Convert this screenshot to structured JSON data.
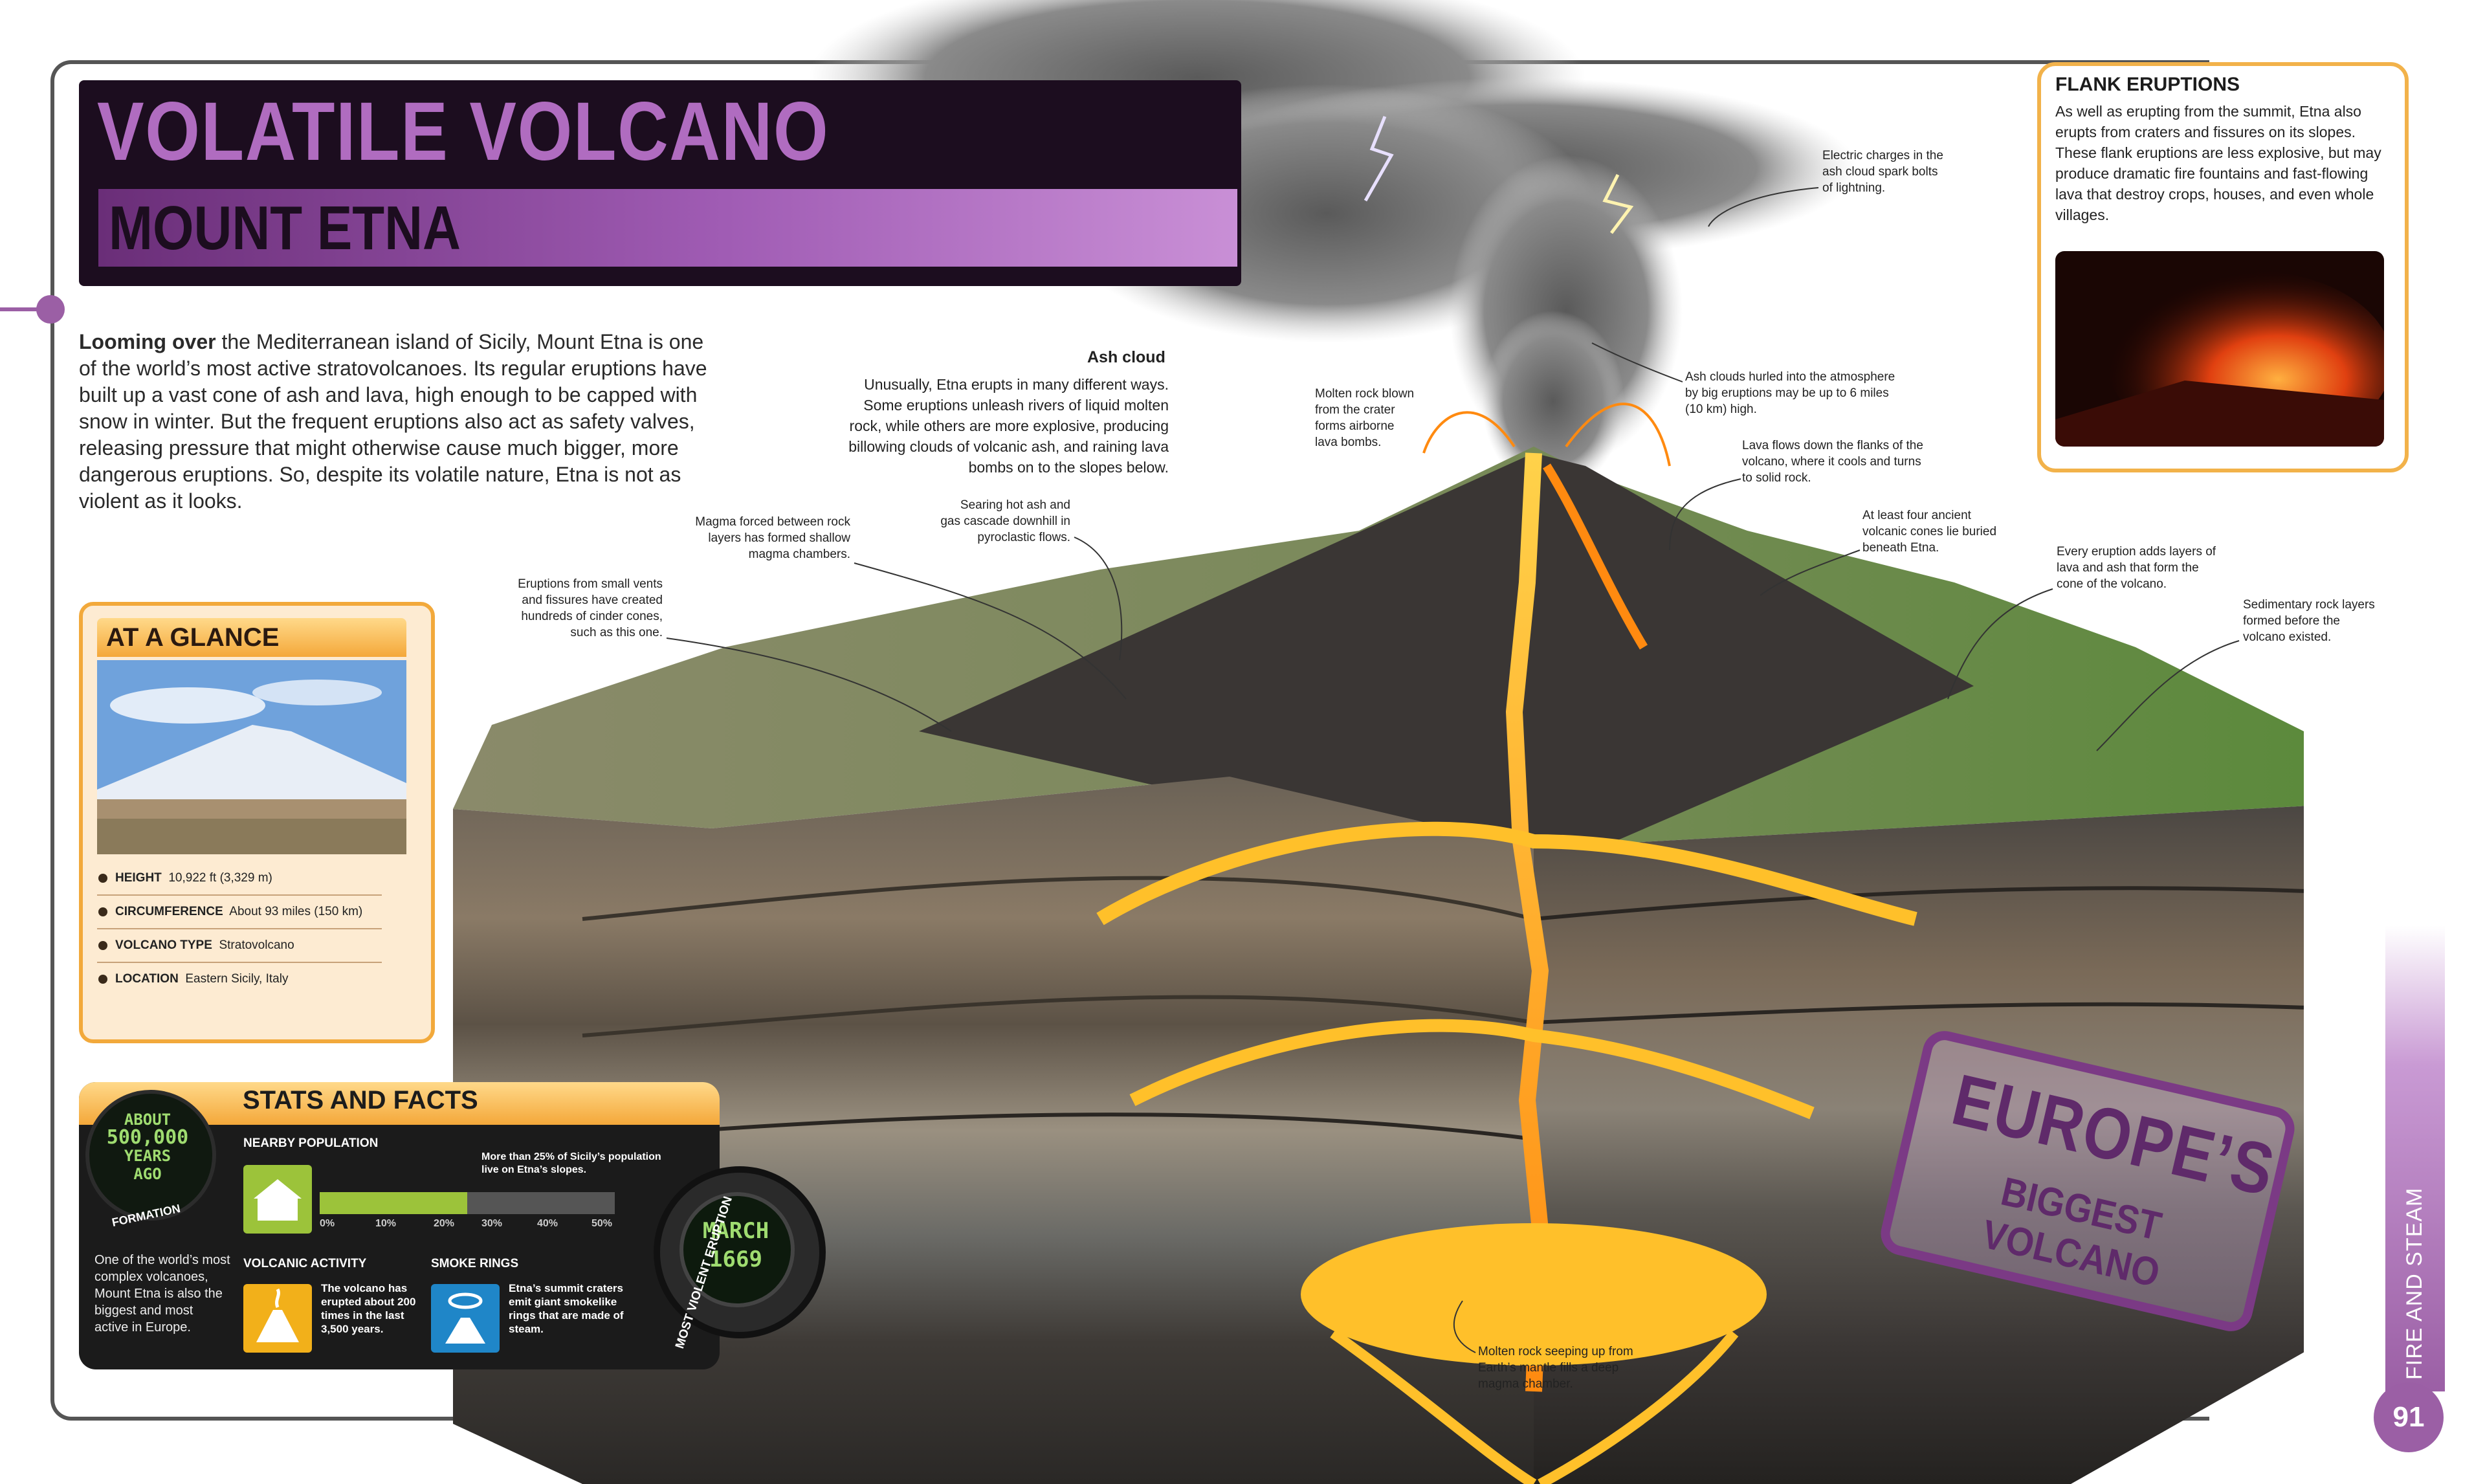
{
  "title": "VOLATILE VOLCANO",
  "subtitle": "MOUNT ETNA",
  "intro": {
    "lead": "Looming over",
    "text": " the Mediterranean island of Sicily, Mount Etna is one of the world’s most active stratovolcanoes. Its regular eruptions have built up a vast cone of ash and lava, high enough to be capped with snow in winter. But the frequent eruptions also act as safety valves, releasing pressure that might otherwise cause much bigger, more dangerous eruptions. So, despite its volatile nature, Etna is not as violent as it looks."
  },
  "at_a_glance": {
    "title": "AT A GLANCE",
    "rows": [
      {
        "key": "HEIGHT",
        "value": "10,922 ft (3,329 m)"
      },
      {
        "key": "CIRCUMFERENCE",
        "value": "About 93 miles (150 km)"
      },
      {
        "key": "VOLCANO TYPE",
        "value": "Stratovolcano"
      },
      {
        "key": "LOCATION",
        "value": "Eastern Sicily, Italy"
      }
    ]
  },
  "stats": {
    "title": "STATS AND FACTS",
    "badge": {
      "line1": "ABOUT",
      "line2": "500,000",
      "line3": "YEARS",
      "line4": "AGO"
    },
    "formation_label": "FORMATION",
    "side_text": "One of the world’s most complex volcanoes, Mount Etna is also the biggest and most active in Europe.",
    "nearby_population": {
      "label": "NEARBY POPULATION",
      "fraction": 0.25,
      "note": "More than 25% of Sicily’s population live on Etna’s slopes.",
      "ticks": [
        "0%",
        "10%",
        "20%",
        "30%",
        "40%",
        "50%"
      ]
    },
    "volcanic_activity": {
      "label": "VOLCANIC ACTIVITY",
      "text": "The volcano has erupted about 200 times in the last 3,500 years."
    },
    "smoke_rings": {
      "label": "SMOKE RINGS",
      "text": "Etna’s summit craters emit giant smokelike rings that are made of steam."
    },
    "most_violent": {
      "label": "MOST VIOLENT ERUPTION",
      "month": "MARCH",
      "year": "1669"
    }
  },
  "annotations": {
    "ash_cloud_title": "Ash cloud",
    "ash_cloud_text": "Unusually, Etna erupts in many different ways. Some eruptions unleash rivers of liquid molten rock, while others are more explosive, producing billowing clouds of volcanic ash, and raining lava bombs on to the slopes below.",
    "lightning": "Electric charges in the ash cloud spark bolts of lightning.",
    "ash_height": "Ash clouds hurled into the atmosphere by big eruptions may be up to 6 miles (10 km) high.",
    "lava_bombs": "Molten rock blown from the crater forms airborne lava bombs.",
    "lava_flows": "Lava flows down the flanks of the volcano, where it cools and turns to solid rock.",
    "ancient_cones": "At least four ancient volcanic cones lie buried beneath Etna.",
    "layers": "Every eruption adds layers of lava and ash that form the cone of the volcano.",
    "sedimentary": "Sedimentary rock layers formed before the volcano existed.",
    "magma_forced": "Magma forced between rock layers has formed shallow magma chambers.",
    "pyroclastic": "Searing hot ash and gas cascade downhill in pyroclastic flows.",
    "cinder_cones": "Eruptions from small vents and fissures have created hundreds of cinder cones, such as this one.",
    "mantle": "Molten rock seeping up from Earth’s mantle fills a deep magma chamber."
  },
  "flank": {
    "title": "FLANK ERUPTIONS",
    "text": "As well as erupting from the summit, Etna also erupts from craters and fissures on its slopes. These flank eruptions are less explosive, but may produce dramatic fire fountains and fast-flowing lava that destroy crops, houses, and even whole villages."
  },
  "stamp": {
    "line1": "EUROPE’S",
    "line2": "BIGGEST VOLCANO"
  },
  "section": "FIRE AND STEAM",
  "page_number": "91",
  "colors": {
    "accent": "#9b5fa5",
    "orange": "#f2a93b",
    "lava": "#ffb020"
  }
}
